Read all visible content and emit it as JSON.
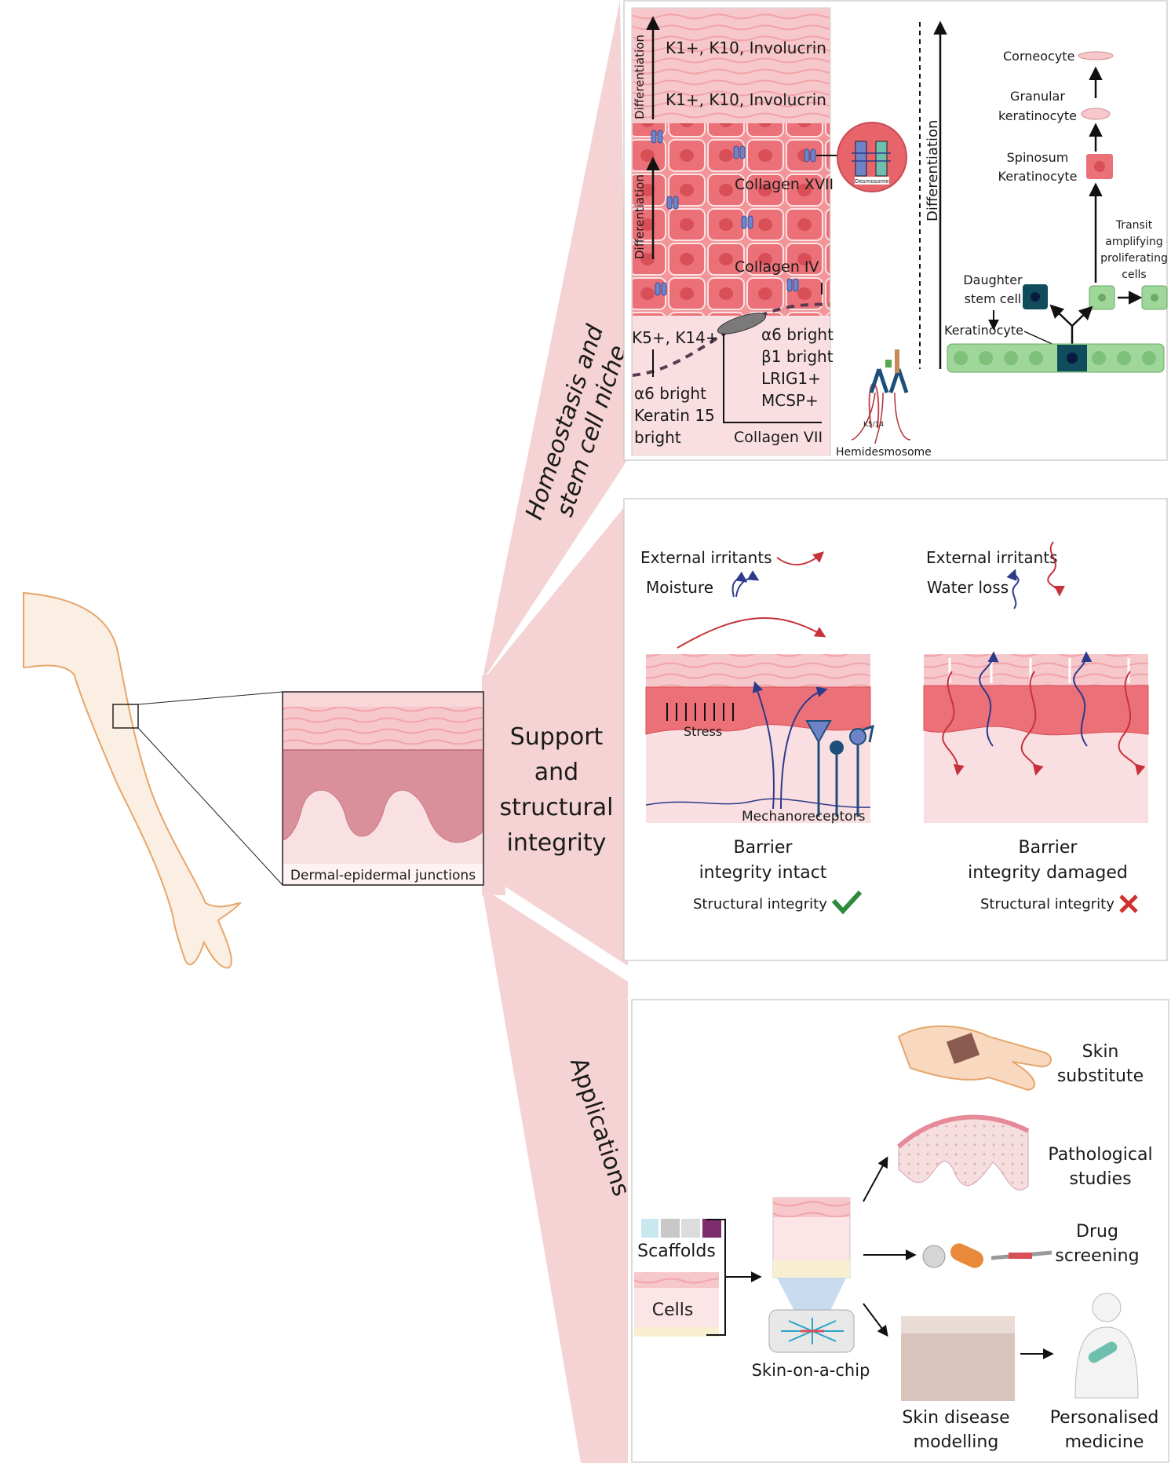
{
  "colors": {
    "fan": "#f5d3d5",
    "skin_pink": "#f3a9ae",
    "cell_red": "#e8646b",
    "stem_green": "#9fd69a",
    "stem_dark": "#0f4c5c",
    "arrow_red": "#c8323a",
    "arrow_blue": "#2d3a8c",
    "check_green": "#2e8b3e",
    "cross_red": "#d0312d"
  },
  "left": {
    "inset_label": "Dermal-epidermal junctions"
  },
  "section_labels": {
    "homeostasis": [
      "Homeostasis and",
      "stem cell niche"
    ],
    "support": [
      "Support",
      "and",
      "structural",
      "integrity"
    ],
    "applications": "Applications"
  },
  "homeostasis": {
    "layer_labels": [
      "K1+, K10, Involucrin",
      "K1+, K10, Involucrin"
    ],
    "differentiation": "Differentiation",
    "collagens": [
      "Collagen XVII",
      "Collagen IV",
      "Collagen VII"
    ],
    "basal_left": [
      "K5+, K14+",
      "α6 bright",
      "Keratin 15",
      "bright"
    ],
    "basal_right": [
      "α6 bright",
      "β1 bright",
      "LRIG1+",
      "MCSP+"
    ],
    "desmosome": "Desmosome",
    "hemidesmosome": "Hemidesmosome",
    "hemi_small": "K5/14",
    "lineage": {
      "corneocyte": "Corneocyte",
      "granular": [
        "Granular",
        "keratinocyte"
      ],
      "spinosum": [
        "Spinosum",
        "Keratinocyte"
      ],
      "transit": [
        "Transit",
        "amplifying",
        "proliferating",
        "cells"
      ],
      "daughter": [
        "Daughter",
        "stem cell"
      ],
      "keratinocyte": "Keratinocyte"
    }
  },
  "support": {
    "left": {
      "irritants": "External irritants",
      "moisture": "Moisture",
      "stress": "Stress",
      "mechanoreceptors": "Mechanoreceptors",
      "barrier": [
        "Barrier",
        "integrity intact"
      ],
      "structural": "Structural integrity",
      "status_icon": "check-icon"
    },
    "right": {
      "irritants": "External irritants",
      "water": "Water loss",
      "barrier": [
        "Barrier",
        "integrity damaged"
      ],
      "structural": "Structural integrity",
      "status_icon": "cross-icon"
    }
  },
  "applications": {
    "scaffolds": "Scaffolds",
    "cells": "Cells",
    "chip": "Skin-on-a-chip",
    "skin_substitute": [
      "Skin",
      "substitute"
    ],
    "pathological": [
      "Pathological",
      "studies"
    ],
    "drug": [
      "Drug",
      "screening"
    ],
    "disease": [
      "Skin disease",
      "modelling"
    ],
    "personalised": [
      "Personalised",
      "medicine"
    ]
  }
}
